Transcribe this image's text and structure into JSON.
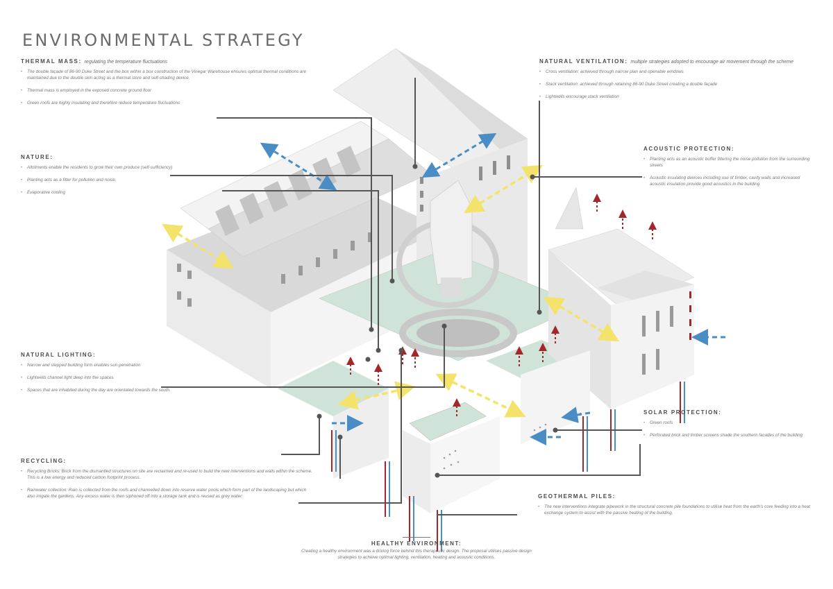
{
  "title": "ENVIRONMENTAL STRATEGY",
  "sections": {
    "thermal_mass": {
      "heading": "THERMAL MASS:",
      "subheading": "regulating the temperature fluctuations",
      "items": [
        "The double façade of 86-90 Duke Street and the box within a box construction of the Vinegar Warehouse ensures optimal thermal conditions are maintained due to the double skin acting as a thermal store and self-shading device.",
        "Thermal mass is employed in the exposed concrete ground floor",
        "Green roofs are highly insulating and therefore reduce temperature fluctuations"
      ]
    },
    "nature": {
      "heading": "NATURE:",
      "items": [
        "Allotments enable the residents to grow their own produce (self-sufficiency)",
        "Planting acts as a filter for pollution and noise.",
        "Evaporative cooling"
      ]
    },
    "natural_lighting": {
      "heading": "NATURAL LIGHTING:",
      "items": [
        "Narrow and stepped building form enables sun penetration",
        "Lightwells channel light deep into the spaces",
        "Spaces that are inhabited during the day are orientated towards the south."
      ]
    },
    "recycling": {
      "heading": "RECYCLING:",
      "items": [
        "Recycling Bricks: Brick from the dismantled structures on site are reclaimed and re-used to build the new interventions and walls within the scheme. This is a low energy and reduced carbon footprint process.",
        "Rainwater collection: Rain is collected from the roofs and channelled down into reserve water pools which form part of the landscaping but which also irrigate the gardens. Any excess water is then siphoned off into a storage tank and is reused as grey water."
      ]
    },
    "natural_ventilation": {
      "heading": "NATURAL VENTILATION:",
      "subheading": "multiple strategies adopted to encourage air movement through the scheme",
      "items": [
        "Cross ventilation: achieved through narrow plan and openable windows",
        "Stack ventilation: achieved through retaining 86-90 Duke Street creating a double façade",
        "Lightwells encourage stack ventilation"
      ]
    },
    "acoustic_protection": {
      "heading": "ACOUSTIC PROTECTION:",
      "items": [
        "Planting acts as an acoustic buffer filtering the noise pollution from the surrounding streets",
        "Acoustic insulating devices including use of timber, cavity walls and increased acoustic insulation provide good acoustics in the building"
      ]
    },
    "solar_protection": {
      "heading": "SOLAR PROTECTION:",
      "items": [
        "Green roofs",
        "Perforated brick and timber screens shade the southern facades of the building"
      ]
    },
    "geothermal_piles": {
      "heading": "GEOTHERMAL PILES:",
      "items": [
        "The new interventions integrate pipework in the structural concrete pile foundations to utilise heat from the earth's core feeding into a heat exchange system to assist with the passive heating of the building."
      ]
    }
  },
  "healthy_environment": {
    "heading": "HEALTHY ENVIRONMENT:",
    "body": "Creating a healthy environment was a driving force behind this therapeutic design. The proposal utilises passive design strategies to achieve optimal lighting, ventilation, heating and acoustic conditions."
  },
  "colors": {
    "background": "#ffffff",
    "building_light": "#f2f2f2",
    "building_mid": "#e2e2e2",
    "building_dark": "#cfcfcf",
    "green_roof": "#cfe3d8",
    "ventilation_arrow": "#f3e36a",
    "cool_arrow": "#4a8dc4",
    "warm_arrow": "#a3262a",
    "leader_line": "#555555"
  }
}
